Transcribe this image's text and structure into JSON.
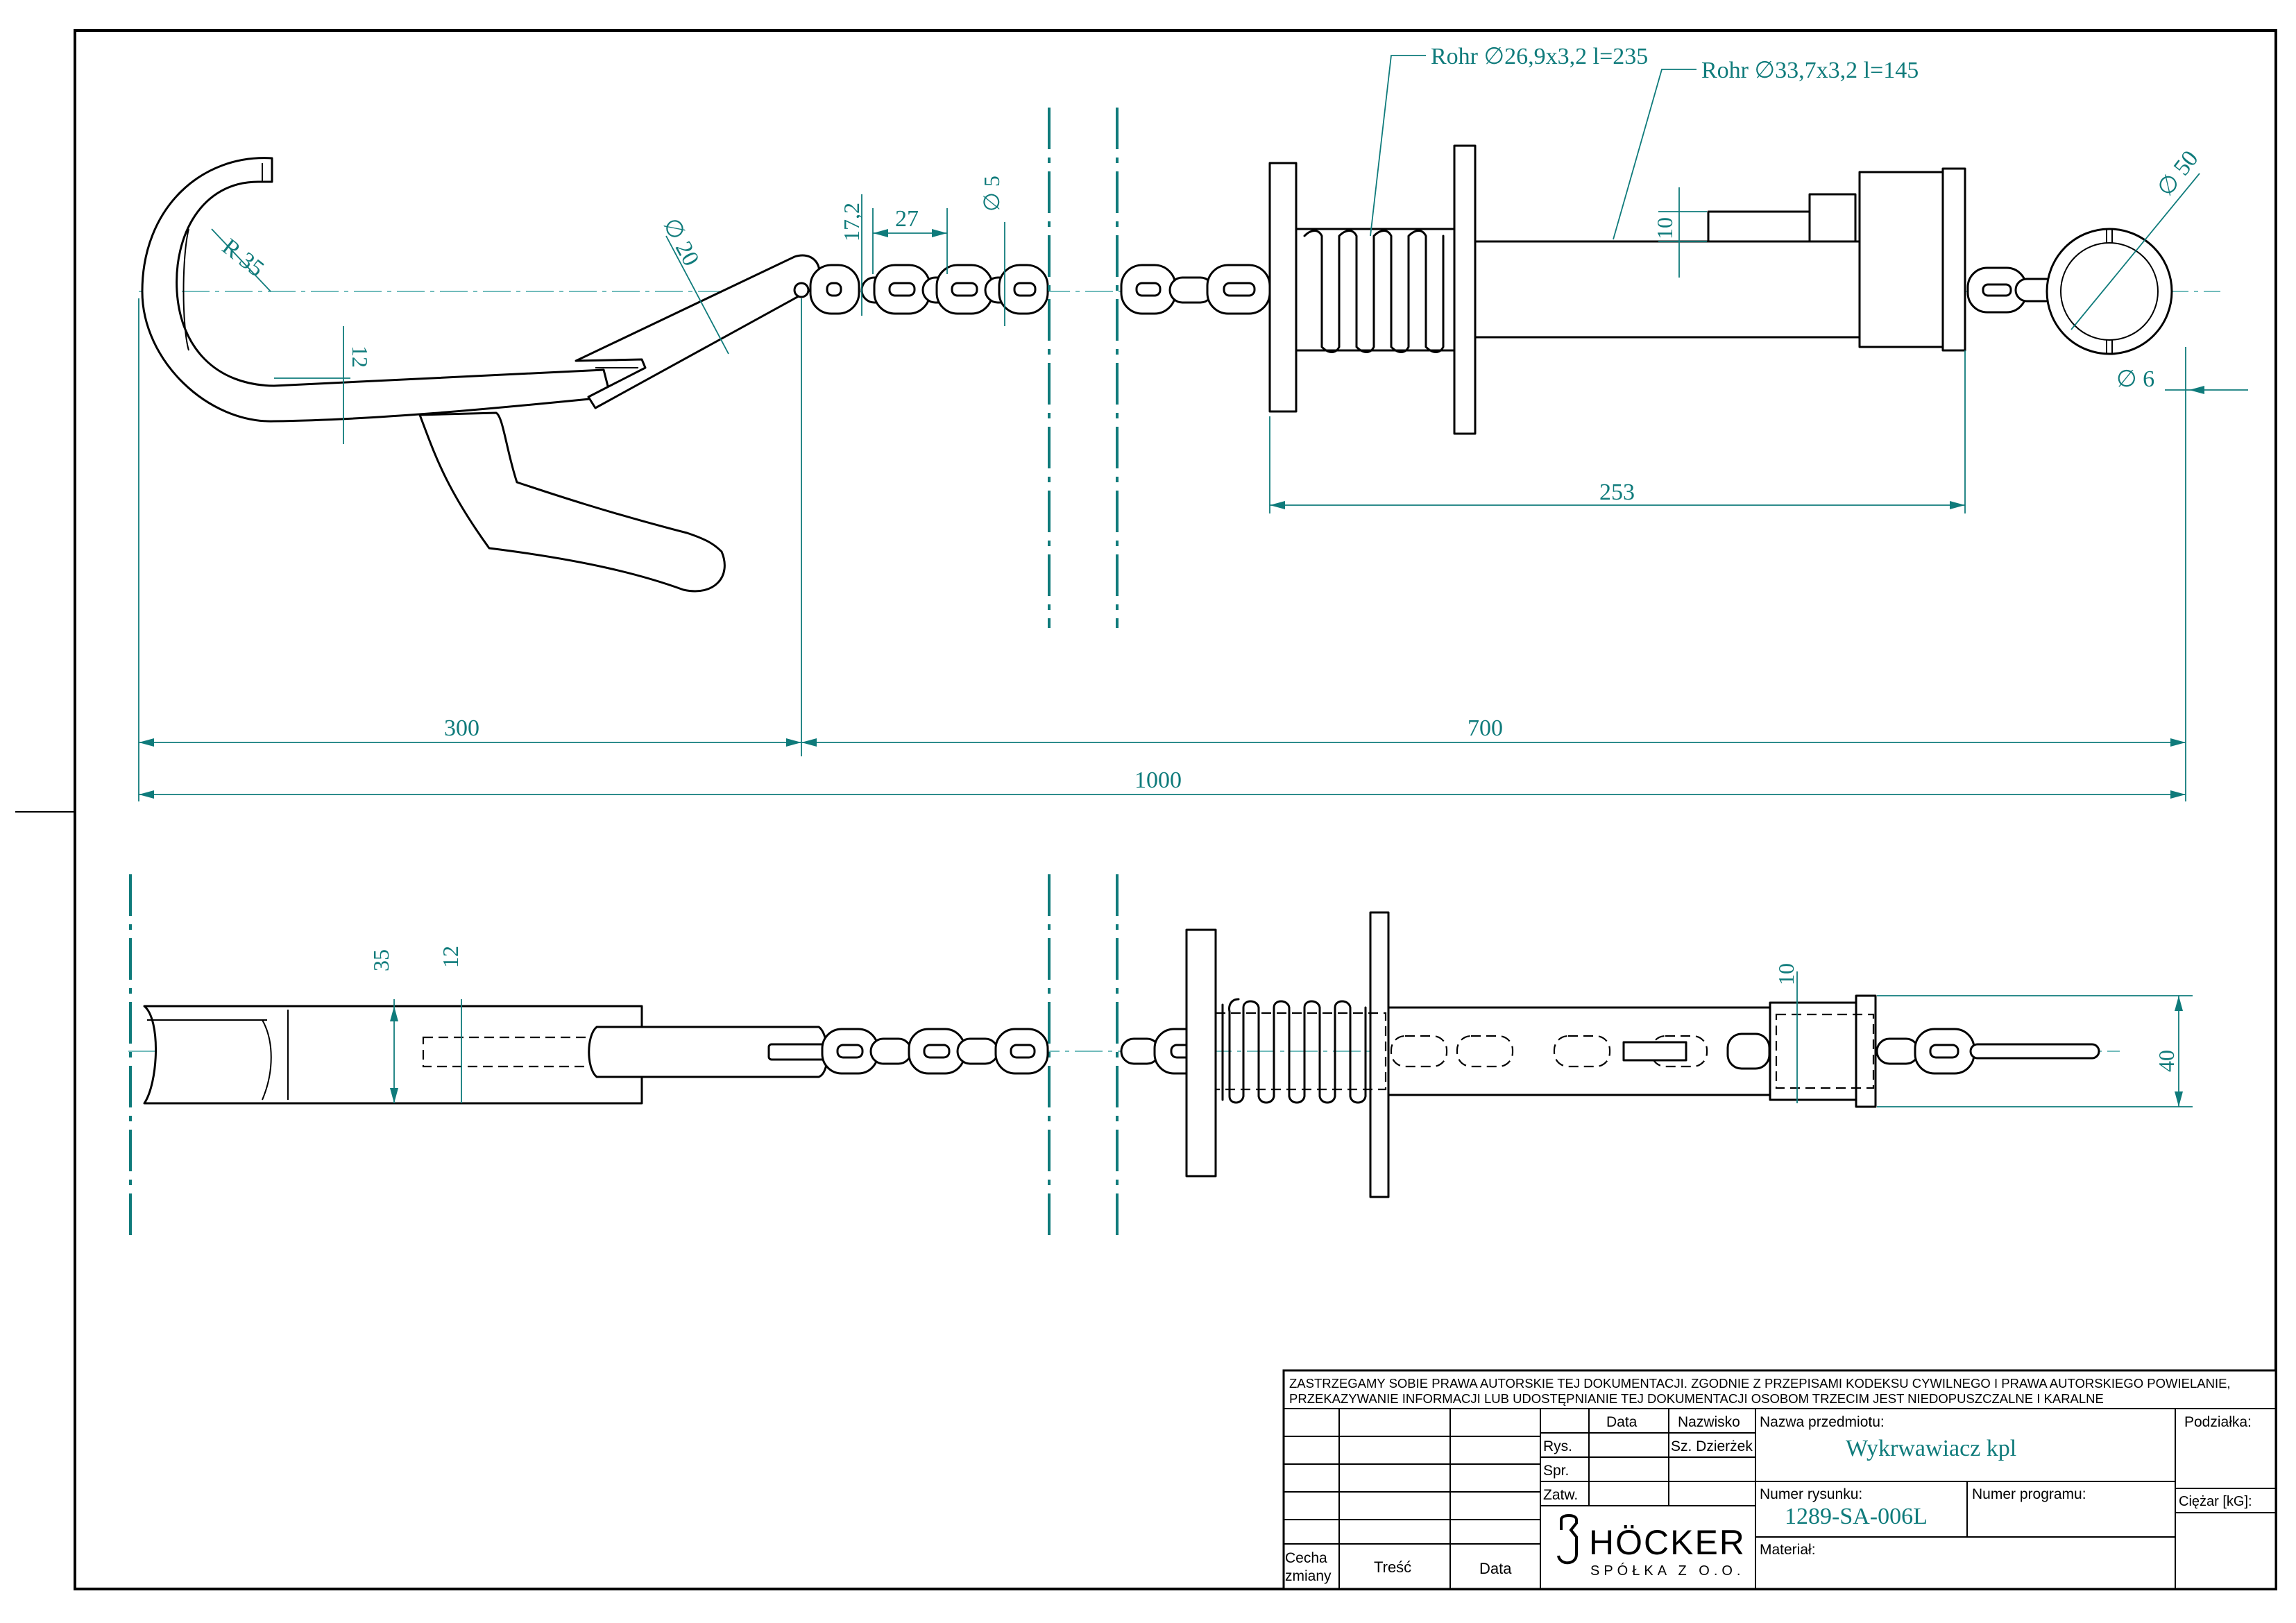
{
  "drawing": {
    "labels": {
      "rohr_inner": "Rohr ∅26,9x3,2 l=235",
      "rohr_outer": "Rohr ∅33,7x3,2 l=145",
      "dim_r35": "R 35",
      "dim_d20": "∅ 20",
      "dim_12_top": "12",
      "dim_17_2": "17,2",
      "dim_27": "27",
      "dim_d5": "∅ 5",
      "dim_10_top": "10",
      "dim_d50": "∅ 50",
      "dim_d6": "∅ 6",
      "dim_253": "253",
      "dim_300": "300",
      "dim_700": "700",
      "dim_1000": "1000",
      "dim_35": "35",
      "dim_12_bottom": "12",
      "dim_10_bottom": "10",
      "dim_40": "40"
    }
  },
  "title_block": {
    "copyright_line1": "ZASTRZEGAMY SOBIE PRAWA AUTORSKIE TEJ DOKUMENTACJI. ZGODNIE Z PRZEPISAMI KODEKSU CYWILNEGO I PRAWA AUTORSKIEGO POWIELANIE,",
    "copyright_line2": "PRZEKAZYWANIE INFORMACJI LUB UDOSTĘPNIANIE TEJ DOKUMENTACJI OSOBOM TRZECIM JEST NIEDOPUSZCZALNE I KARALNE",
    "col_data": "Data",
    "col_nazwisko": "Nazwisko",
    "row_rys": "Rys.",
    "row_spr": "Spr.",
    "row_zatw": "Zatw.",
    "rys_nazwisko": "Sz. Dzierżek",
    "cecha_line1": "Cecha",
    "cecha_line2": "zmiany",
    "tresc": "Treść",
    "data_rev": "Data",
    "company_name": "HÖCKER",
    "company_sub": "SPÓŁKA Z O.O.",
    "item_name_label": "Nazwa przedmiotu:",
    "item_name_value": "Wykrwawiacz kpl",
    "drawing_no_label": "Numer rysunku:",
    "drawing_no_value": "1289-SA-006L",
    "program_no_label": "Numer programu:",
    "material_label": "Materiał:",
    "scale_label": "Podziałka:",
    "weight_label": "Ciężar [kG]:"
  }
}
